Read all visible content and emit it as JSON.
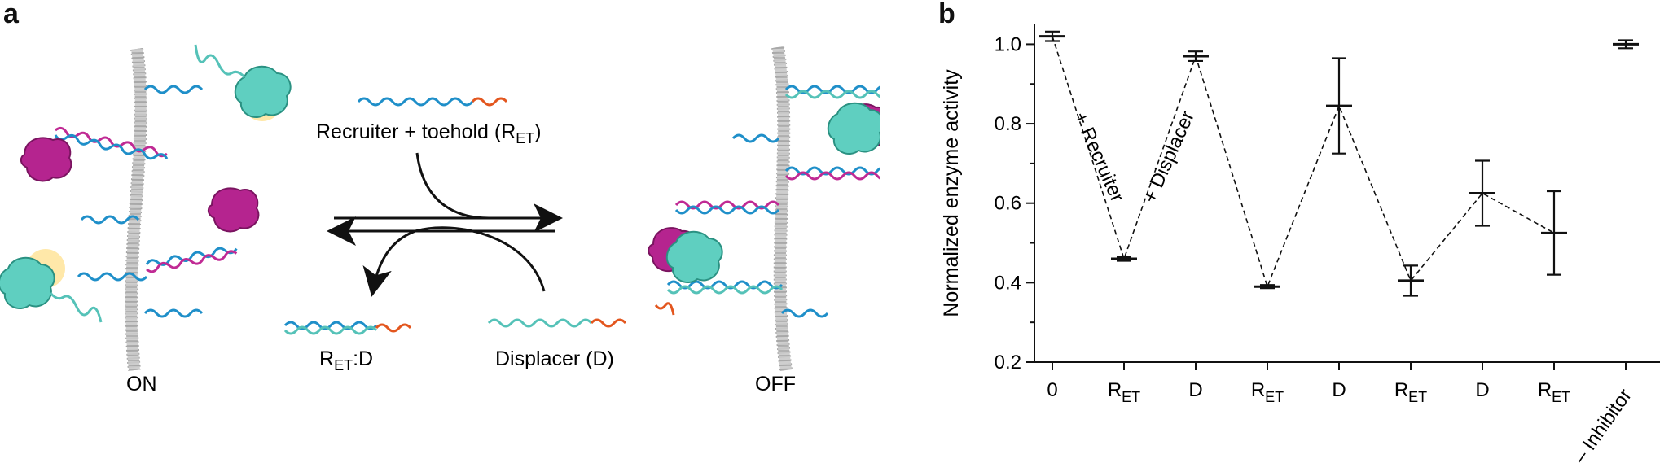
{
  "panel_a": {
    "letter": "a",
    "recruiter_label": "Recruiter + toehold (R",
    "recruiter_sub": "ET",
    "recruiter_close": ")",
    "complex_main": "R",
    "complex_sub": "ET",
    "complex_rest": ":D",
    "displacer_label": "Displacer (D)",
    "on_label": "ON",
    "off_label": "OFF",
    "colors": {
      "dna_blue": "#1f8fc9",
      "dna_teal": "#55c2b8",
      "dna_magenta": "#c02a94",
      "dna_orange": "#e3561e",
      "enzyme_teal": "#5fcfc0",
      "inhibitor_magenta": "#b5248f",
      "membrane": "#bdbdbd"
    }
  },
  "panel_b": {
    "letter": "b",
    "annotation_recruiter": "+ Recruiter",
    "annotation_displacer": "+ Displacer"
  },
  "chart_data": {
    "type": "scatter",
    "ylabel": "Normalized enzyme activity",
    "ylim": [
      0.2,
      1.05
    ],
    "yticks": [
      0.2,
      0.4,
      0.6,
      0.8,
      1.0
    ],
    "ytick_labels": [
      "0.2",
      "0.4",
      "0.6",
      "0.8",
      "1.0"
    ],
    "categories": [
      {
        "main": "0",
        "sub": ""
      },
      {
        "main": "R",
        "sub": "ET"
      },
      {
        "main": "D",
        "sub": ""
      },
      {
        "main": "R",
        "sub": "ET"
      },
      {
        "main": "D",
        "sub": ""
      },
      {
        "main": "R",
        "sub": "ET"
      },
      {
        "main": "D",
        "sub": ""
      },
      {
        "main": "R",
        "sub": "ET"
      },
      {
        "main": "– Inhibitor",
        "sub": ""
      }
    ],
    "values": [
      1.02,
      0.46,
      0.97,
      0.39,
      0.845,
      0.405,
      0.625,
      0.525,
      1.0
    ],
    "errors": [
      0.012,
      0.005,
      0.012,
      0.004,
      0.12,
      0.038,
      0.082,
      0.105,
      0.01
    ],
    "connected_dashed": [
      0,
      1,
      2,
      3,
      4,
      5,
      6,
      7
    ],
    "grid": false
  }
}
